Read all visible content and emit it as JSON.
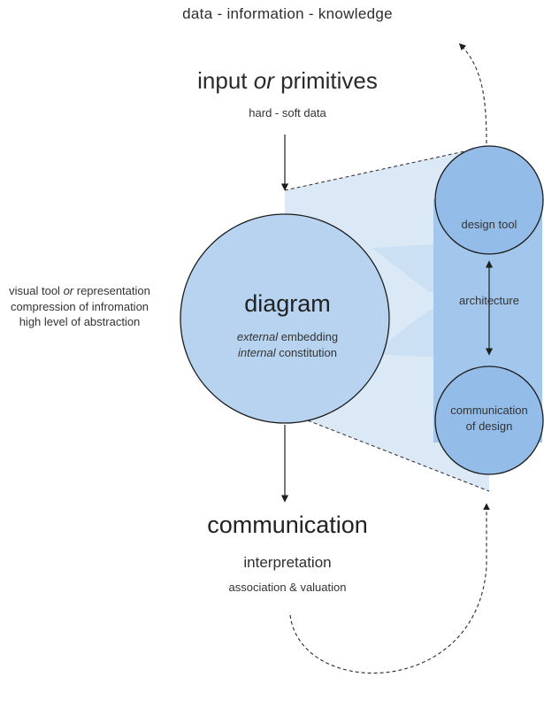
{
  "top_caption": "data - information - knowledge",
  "input": {
    "title_start": "input ",
    "title_or": "or",
    "title_end": " primitives",
    "subtitle": "hard - soft data"
  },
  "left_note": {
    "line1_start": "visual tool ",
    "line1_or": "or",
    "line1_end": " representation",
    "line2": "compression of infromation",
    "line3": "high level of abstraction"
  },
  "diagram": {
    "title": "diagram",
    "line1_italic": "external",
    "line1_rest": " embedding",
    "line2_italic": "internal",
    "line2_rest": " constitution"
  },
  "right": {
    "design_tool": "design tool",
    "architecture": "architecture",
    "communication_line1": "communication",
    "communication_line2": "of design"
  },
  "communication": {
    "title": "communication",
    "interpretation": "interpretation",
    "association": "association & valuation"
  },
  "colors": {
    "circle_fill": "#b7d3f0",
    "circle_stroke": "#1b1b1b",
    "projection_light": "#dbe9f7",
    "projection_mid": "#a9cbee",
    "column_fill": "#92bde9"
  }
}
